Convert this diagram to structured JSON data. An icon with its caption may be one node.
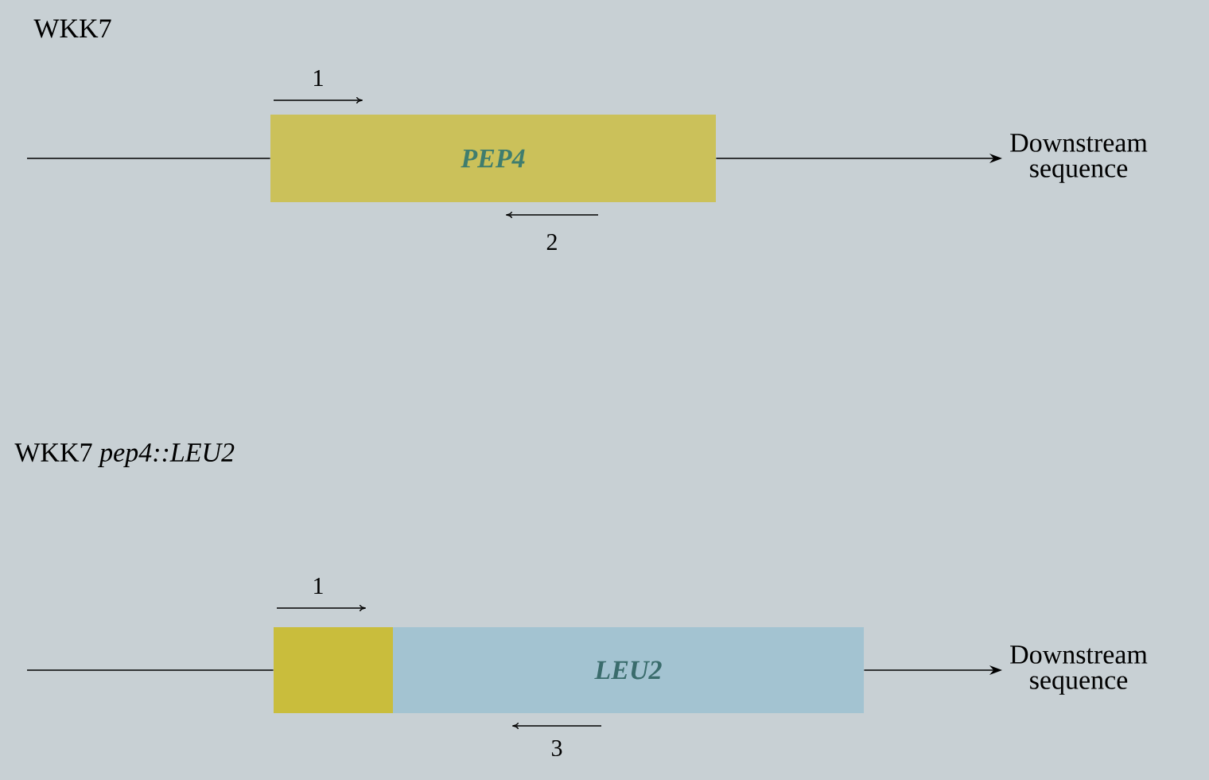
{
  "diagram": {
    "nodes": [
      {
        "text": [
          "*PEP4*"
        ]
      },
      {
        "text": [
          "Downstream sequence"
        ]
      },
      {
        "text": [],
        "shape": "box"
      },
      {
        "text": [
          "*LEU2*"
        ]
      },
      {
        "text": [
          "Downstream sequence"
        ]
      }
    ],
    "edges": [
      {
        "from": null,
        "to": 0,
        "arrow": "none"
      },
      {
        "from": 0,
        "to": 1,
        "arrow": "to"
      },
      {
        "from": null,
        "to": 2,
        "arrow": "none"
      },
      {
        "from": 3,
        "to": 4,
        "arrow": "to"
      }
    ],
    "labels": [
      "WKK7",
      "1",
      "2",
      "WKK7 *pep4::LEU2*",
      "1",
      "3"
    ]
  }
}
